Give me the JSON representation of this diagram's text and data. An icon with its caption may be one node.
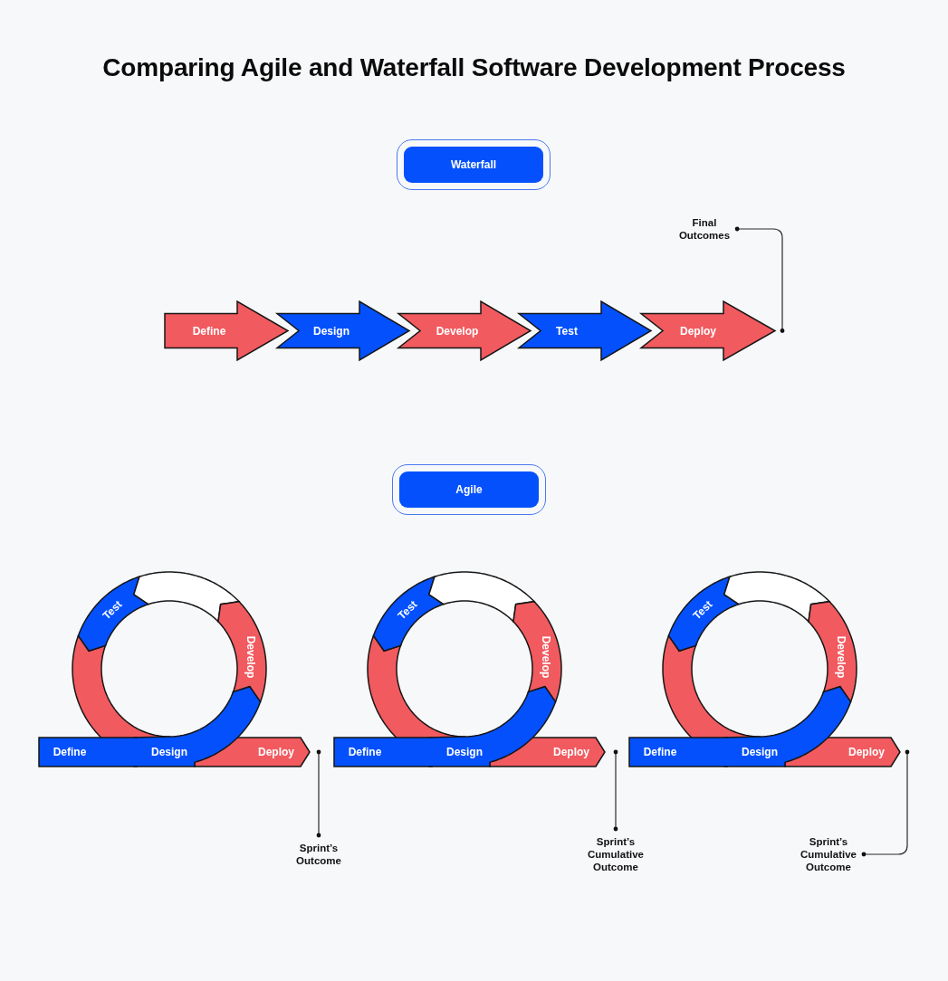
{
  "diagram": {
    "title": "Comparing Agile and Waterfall Software Development Process",
    "nodes": [
      {
        "text": [
          "Waterfall"
        ]
      },
      {
        "text": [
          "Final Outcomes"
        ]
      },
      {
        "text": [
          "Define"
        ]
      },
      {
        "text": [
          "Design"
        ]
      },
      {
        "text": [
          "Develop"
        ]
      },
      {
        "text": [
          "Test"
        ]
      },
      {
        "text": [
          "Deploy"
        ]
      },
      {
        "text": [
          "Agile"
        ]
      },
      {
        "text": [
          "Test"
        ]
      },
      {
        "text": [],
        "shape": "arc"
      },
      {
        "text": [
          "Develop"
        ]
      },
      {
        "text": [],
        "shape": "arc"
      },
      {
        "text": [
          "Define"
        ]
      },
      {
        "text": [
          "Design"
        ]
      },
      {
        "text": [
          "Deploy"
        ]
      },
      {
        "text": [
          "Sprint’s Outcome"
        ]
      },
      {
        "text": [
          "Test"
        ]
      },
      {
        "text": [],
        "shape": "arc"
      },
      {
        "text": [
          "Develop"
        ]
      },
      {
        "text": [],
        "shape": "arc"
      },
      {
        "text": [
          "Define"
        ]
      },
      {
        "text": [
          "Design"
        ]
      },
      {
        "text": [
          "Deploy"
        ]
      },
      {
        "text": [
          "Sprint’s Cumulative Outcome"
        ]
      },
      {
        "text": [
          "Test"
        ]
      },
      {
        "text": [],
        "shape": "arc"
      },
      {
        "text": [
          "Develop"
        ]
      },
      {
        "text": [],
        "shape": "arc"
      },
      {
        "text": [
          "Define"
        ]
      },
      {
        "text": [
          "Design"
        ]
      },
      {
        "text": [
          "Deploy"
        ]
      },
      {
        "text": [
          "Sprint’s Cumulative Outcome"
        ]
      }
    ],
    "edges": [
      {
        "from": 1,
        "to": 6,
        "arrow": "other"
      },
      {
        "from": 15,
        "to": 14,
        "arrow": "other"
      },
      {
        "from": 23,
        "to": 22,
        "arrow": "other"
      },
      {
        "from": 31,
        "to": 30,
        "arrow": "other"
      }
    ]
  }
}
